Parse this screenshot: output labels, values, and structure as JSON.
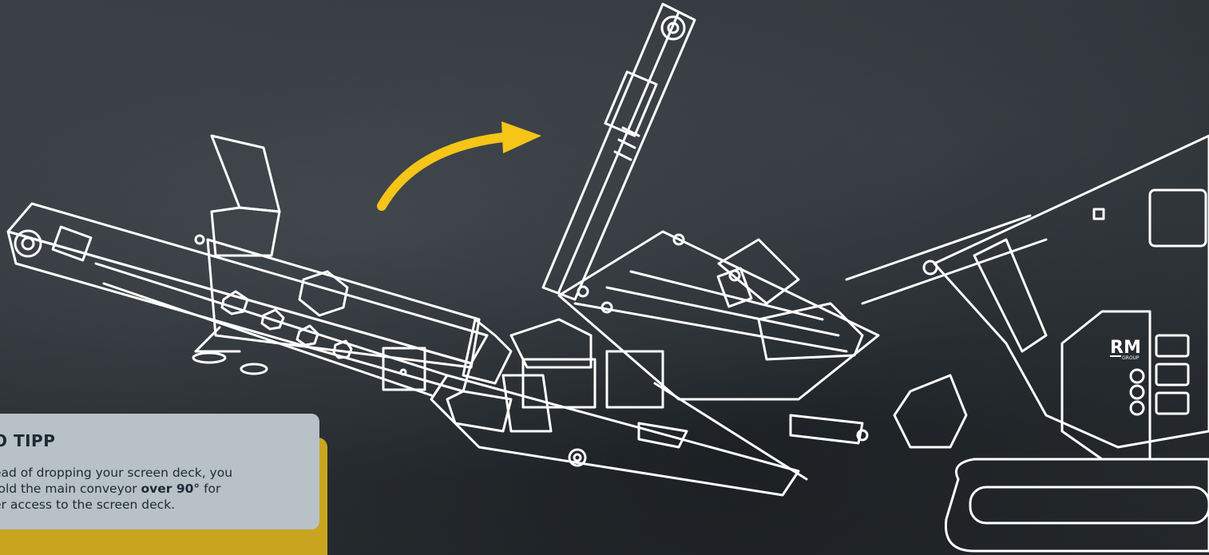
{
  "tip": {
    "title": "O TIPP",
    "text_line1": "ead of dropping your screen deck, you",
    "text_line2_pre": "fold the main conveyor ",
    "text_line2_bold": "over 90°",
    "text_line2_post": " for",
    "text_line3": "er access to the screen deck."
  },
  "brand": {
    "logo_main": "RM",
    "logo_sub": "GROUP"
  },
  "colors": {
    "background": "#2f3438",
    "outline": "#ffffff",
    "arrow": "#f5c518",
    "tip_panel": "#b7c1c6",
    "tip_accent": "#c9a51f",
    "tip_text": "#1c2a33"
  },
  "icons": {
    "arrow": "curved-arrow-icon"
  }
}
